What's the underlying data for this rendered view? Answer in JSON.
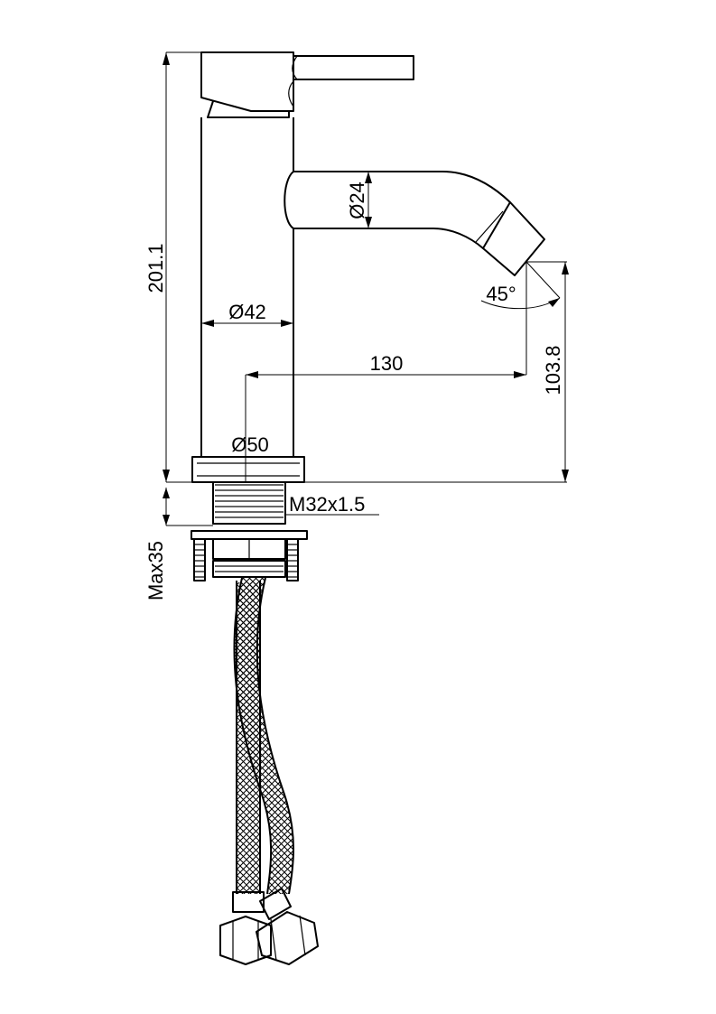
{
  "dimensions": {
    "height_total": "201.1",
    "body_diameter": "Ø42",
    "spout_diameter": "Ø24",
    "spout_angle": "45°",
    "spout_reach": "130",
    "spout_height": "103.8",
    "base_diameter": "Ø50",
    "thread": "M32x1.5",
    "max_thickness": "Max35"
  }
}
